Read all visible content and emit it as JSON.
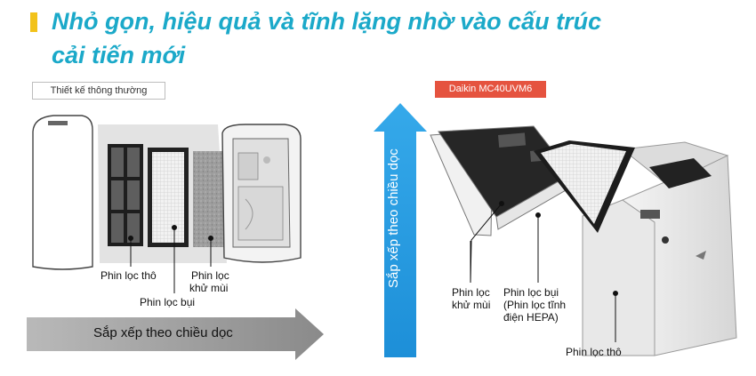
{
  "headline": {
    "line1": "Nhỏ gọn, hiệu quả và tĩnh lặng nhờ vào cấu trúc",
    "line2": "cải tiến mới"
  },
  "left_panel": {
    "tag": "Thiết kế thông thường",
    "label_coarse": "Phin lọc thô",
    "label_dust": "Phin lọc bụi",
    "label_deodor_1": "Phin lọc",
    "label_deodor_2": "khử mùi",
    "arrow_text": "Sắp xếp theo chiều dọc"
  },
  "right_panel": {
    "tag": "Daikin MC40UVM6",
    "arrow_text": "Sắp xếp theo chiều dọc",
    "label_deodor_1": "Phin lọc",
    "label_deodor_2": "khử mùi",
    "label_dust_1": "Phin lọc bụi",
    "label_dust_2": "(Phin lọc tĩnh",
    "label_dust_3": "điện HEPA)",
    "label_coarse": "Phin lọc thô"
  },
  "colors": {
    "headline": "#1ba9c9",
    "accent": "#f2c21a",
    "daikin_tag": "#e5533f",
    "vertical_arrow": "#1a8fd6",
    "horizontal_arrow": "#8e8e8e"
  }
}
